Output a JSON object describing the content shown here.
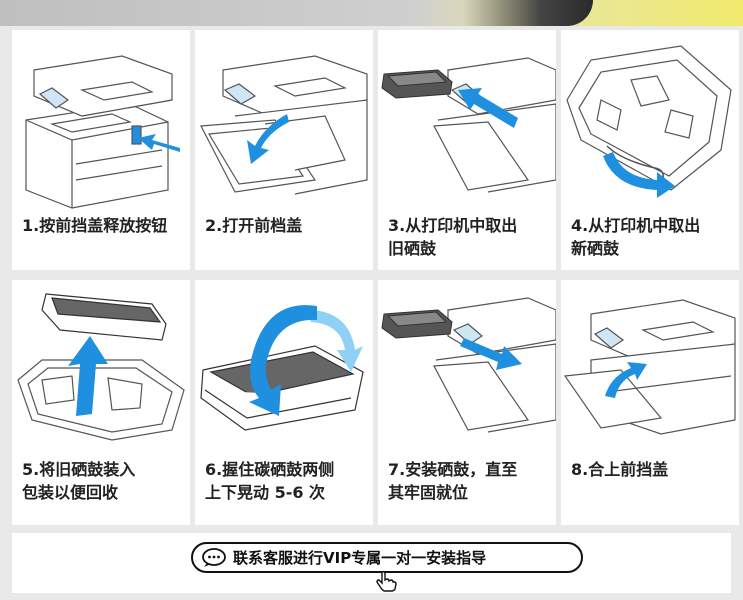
{
  "steps": [
    {
      "number": "1.",
      "lines": [
        "按前挡盖释放按钮"
      ]
    },
    {
      "number": "2.",
      "lines": [
        "打开前档盖"
      ]
    },
    {
      "number": "3.",
      "lines": [
        "从打印机中取出",
        "旧硒鼓"
      ]
    },
    {
      "number": "4.",
      "lines": [
        "从打印机中取出",
        "新硒鼓"
      ]
    },
    {
      "number": "5.",
      "lines": [
        "将旧硒鼓装入",
        "包装以便回收"
      ]
    },
    {
      "number": "6.",
      "lines": [
        "握住碳硒鼓两侧",
        "上下晃动 5-6 次"
      ]
    },
    {
      "number": "7.",
      "lines": [
        "安装硒鼓，直至",
        "其牢固就位"
      ]
    },
    {
      "number": "8.",
      "lines": [
        "合上前挡盖"
      ]
    }
  ],
  "footer": {
    "contact_text": "联系客服进行VIP专属一对一安装指导",
    "icon": "chat-bubble-icon",
    "cursor_icon": "hand-pointer-icon"
  },
  "colors": {
    "arrow_blue": "#1f8fe0",
    "arrow_light": "#8fd0f5",
    "line": "#555555",
    "page_bg": "#e9e9e9"
  }
}
